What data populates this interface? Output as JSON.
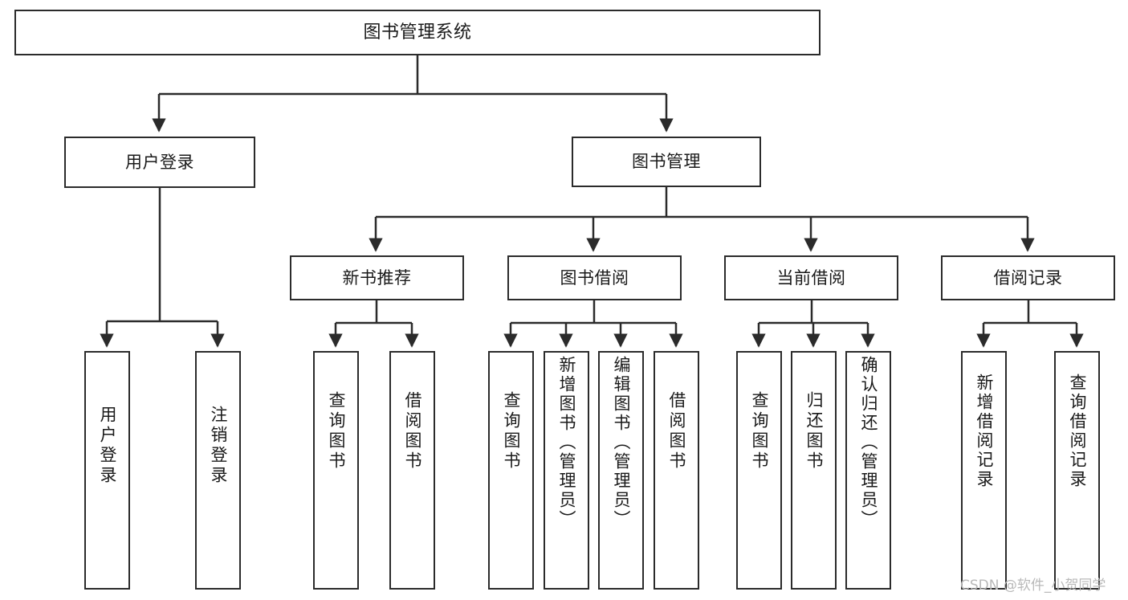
{
  "diagram": {
    "title": "图书管理系统",
    "type": "tree-hierarchy-chart",
    "watermark": "CSDN @软件_小贺同学",
    "colors": {
      "line": "#2b2b2b",
      "box_fill": "#ffffff",
      "text": "#1a1a1a",
      "watermark": "#b9b9b9"
    }
  },
  "nodes": {
    "root": {
      "label": "图书管理系统"
    },
    "level1": [
      {
        "label": "用户登录"
      },
      {
        "label": "图书管理"
      }
    ],
    "level2": [
      {
        "label": "新书推荐"
      },
      {
        "label": "图书借阅"
      },
      {
        "label": "当前借阅"
      },
      {
        "label": "借阅记录"
      }
    ],
    "leaves_user_login": [
      {
        "label": "用户登录"
      },
      {
        "label": "注销登录"
      }
    ],
    "leaves_new_book": [
      {
        "label": "查询图书"
      },
      {
        "label": "借阅图书"
      }
    ],
    "leaves_borrow": [
      {
        "label": "查询图书"
      },
      {
        "label": "新增图书（管理员）"
      },
      {
        "label": "编辑图书（管理员）"
      },
      {
        "label": "借阅图书"
      }
    ],
    "leaves_current": [
      {
        "label": "查询图书"
      },
      {
        "label": "归还图书"
      },
      {
        "label": "确认归还（管理员）"
      }
    ],
    "leaves_records": [
      {
        "label": "新增借阅记录"
      },
      {
        "label": "查询借阅记录"
      }
    ]
  }
}
